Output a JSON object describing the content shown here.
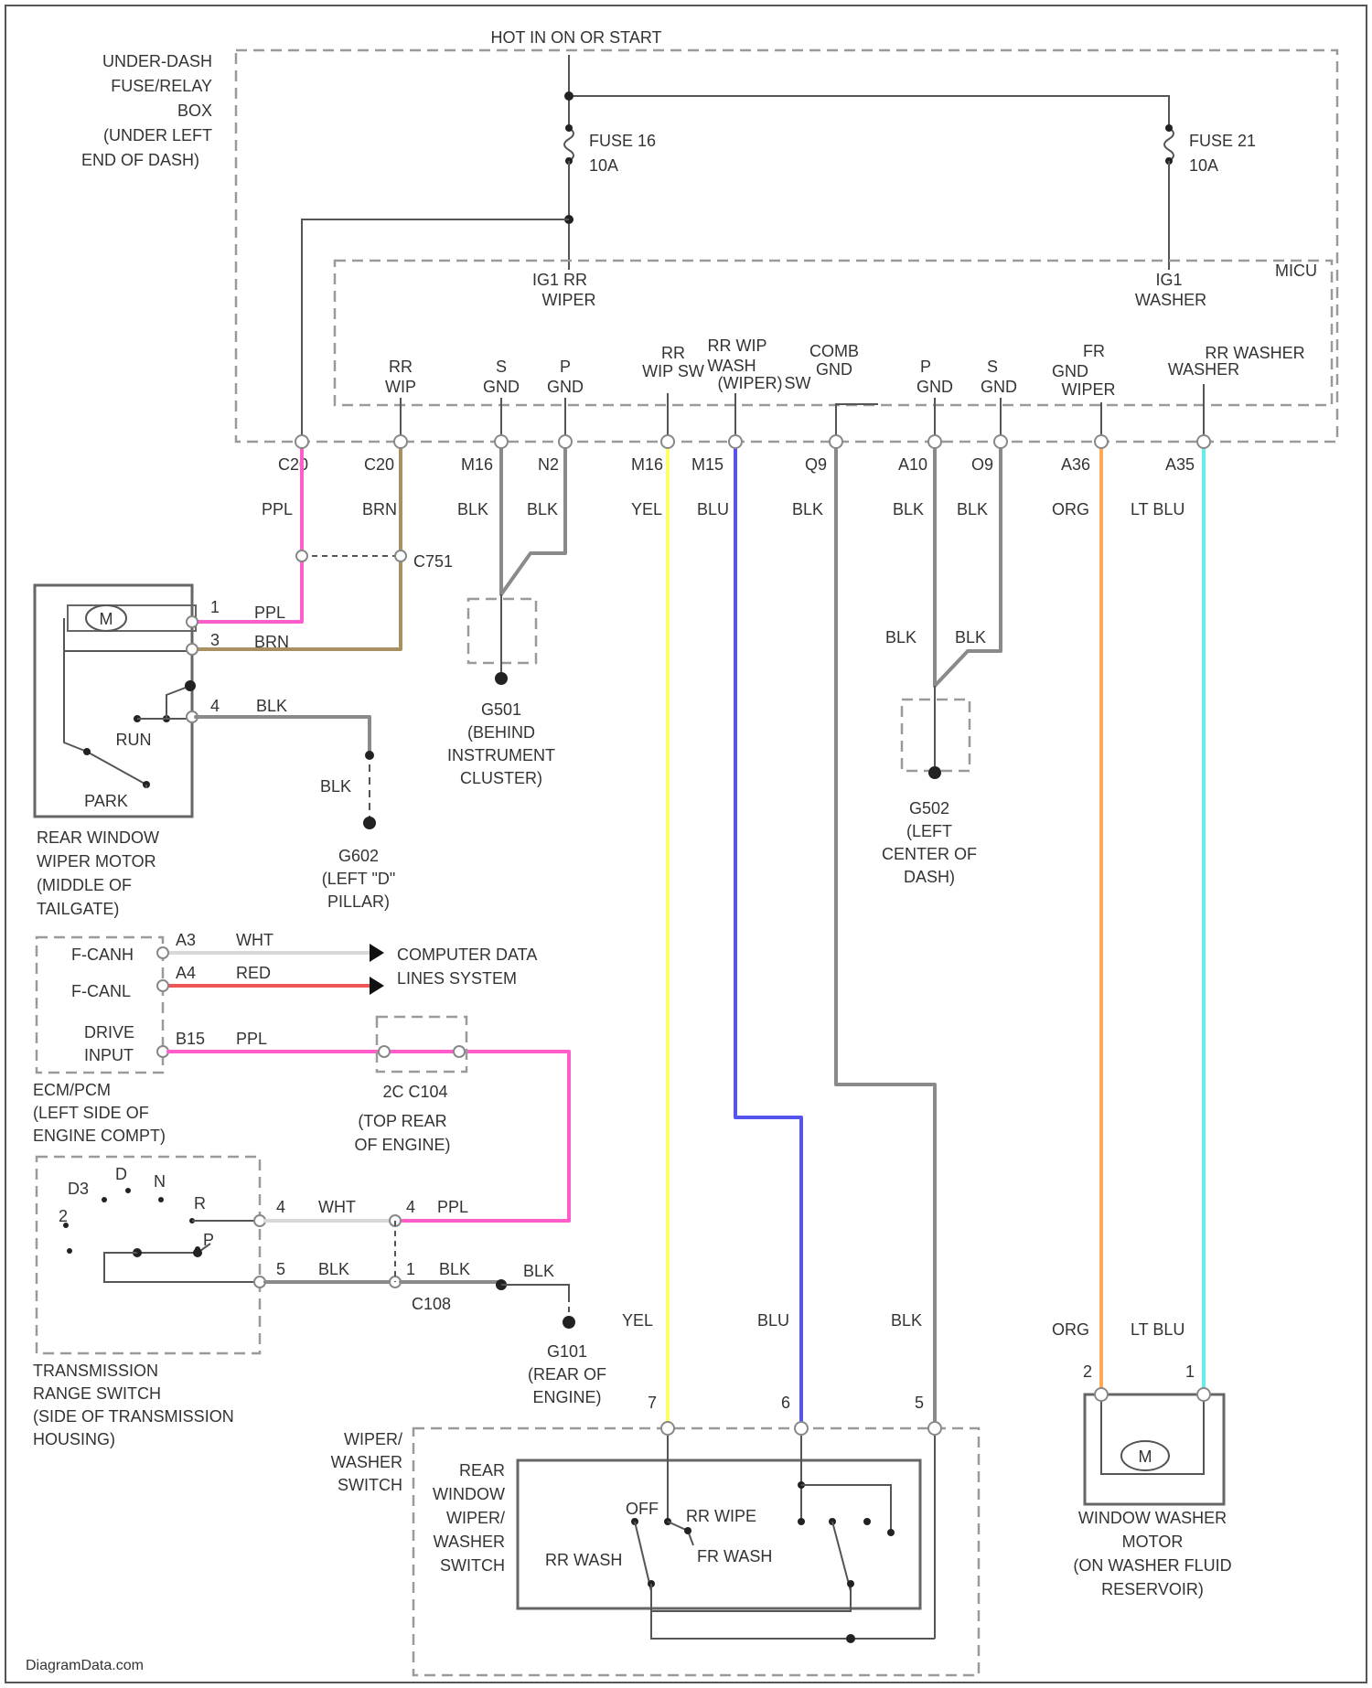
{
  "wire_colors": {
    "PPL": "#ff5ccc",
    "BRN": "#a89060",
    "BLK": "#8a8a8a",
    "YEL": "#ffff66",
    "BLU": "#5555ee",
    "ORG": "#ffaa55",
    "LT BLU": "#66eeee",
    "RED": "#ee5555",
    "WHT": "#e0e0e0"
  },
  "top_label": "HOT IN ON OR START",
  "fuse_box": {
    "label": [
      "UNDER-DASH",
      "FUSE/RELAY",
      "BOX",
      "(UNDER LEFT",
      "END OF DASH)"
    ]
  },
  "fuse16": {
    "name": "FUSE 16",
    "rating": "10A"
  },
  "fuse21": {
    "name": "FUSE 21",
    "rating": "10A"
  },
  "micu": {
    "label": "MICU",
    "ig1_wiper": [
      "IG1 RR",
      "WIPER"
    ],
    "ig1_washer": [
      "IG1",
      "WASHER"
    ]
  },
  "micu_terminals": [
    {
      "label": [
        "RR",
        "WIP"
      ],
      "connector": "C20"
    },
    {
      "label": [
        "S",
        "GND"
      ],
      "connector": "M16"
    },
    {
      "label": [
        "P",
        "GND"
      ],
      "connector": "N2"
    },
    {
      "label": [
        "RR",
        "WIP SW"
      ],
      "connector": "M16"
    },
    {
      "label": [
        "RR WIP",
        "WASH",
        "(WIPER)",
        "SW"
      ],
      "connector": "M15"
    },
    {
      "label": [
        "COMB",
        "GND"
      ],
      "connector": "Q9"
    },
    {
      "label": [
        "P",
        "GND"
      ],
      "connector": "A10"
    },
    {
      "label": [
        "S",
        "GND"
      ],
      "connector": "O9"
    },
    {
      "label": [
        "FR",
        "GND",
        "WIPER"
      ],
      "connector": "A36"
    },
    {
      "label": [
        "RR WASHER",
        "WASHER"
      ],
      "connector": "A35"
    }
  ],
  "c201_label": "C20",
  "wire_labels": {
    "ppl": "PPL",
    "brn": "BRN",
    "blk": "BLK",
    "yel": "YEL",
    "blu": "BLU",
    "org": "ORG",
    "ltblu": "LT BLU",
    "wht": "WHT",
    "red": "RED"
  },
  "connectors": {
    "c751": "C751",
    "c104": "C104",
    "c108": "C108",
    "c101_pins": "2C C104"
  },
  "pins": {
    "p1": "1",
    "p2": "2",
    "p3": "3",
    "p4": "4",
    "p5": "5",
    "p6": "6",
    "p7": "7",
    "a3": "A3",
    "a4": "A4",
    "b15": "B15"
  },
  "rear_wiper_motor": {
    "run": "RUN",
    "park": "PARK",
    "label": [
      "REAR WINDOW",
      "WIPER MOTOR",
      "(MIDDLE OF",
      "TAILGATE)"
    ]
  },
  "grounds": {
    "g501": [
      "G501",
      "(BEHIND",
      "INSTRUMENT",
      "CLUSTER)"
    ],
    "g602": [
      "G602",
      "(LEFT \"D\"",
      "PILLAR)"
    ],
    "g502": [
      "G502",
      "(LEFT",
      "CENTER OF",
      "DASH)"
    ],
    "g101": [
      "G101",
      "(REAR OF",
      "ENGINE)"
    ]
  },
  "ecm": {
    "f_canh": "F-CANH",
    "f_canl": "F-CANL",
    "drive_input": [
      "DRIVE",
      "INPUT"
    ],
    "label": [
      "ECM/PCM",
      "(LEFT SIDE OF",
      "ENGINE COMPT)"
    ]
  },
  "data_lines": [
    "COMPUTER DATA",
    "LINES SYSTEM"
  ],
  "c104_location": [
    "(TOP REAR",
    "OF ENGINE)"
  ],
  "trans_switch": {
    "positions": [
      "D3",
      "D",
      "N",
      "R",
      "2",
      "P"
    ],
    "label": [
      "TRANSMISSION",
      "RANGE SWITCH",
      "(SIDE OF TRANSMISSION",
      "HOUSING)"
    ]
  },
  "wiper_washer_switch": {
    "outer_label": [
      "WIPER/",
      "WASHER",
      "SWITCH"
    ],
    "inner_label": [
      "REAR",
      "WINDOW",
      "WIPER/",
      "WASHER",
      "SWITCH"
    ],
    "off": "OFF",
    "rr_wipe": "RR WIPE",
    "rr_wash": "RR WASH",
    "fr_wash": "FR WASH"
  },
  "washer_motor": {
    "label": [
      "WINDOW WASHER",
      "MOTOR",
      "(ON WASHER FLUID",
      "RESERVOIR)"
    ]
  },
  "footer": "DiagramData.com"
}
